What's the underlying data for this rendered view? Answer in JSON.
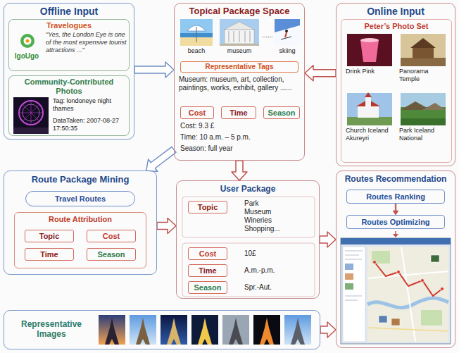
{
  "diagram": {
    "nodes": [
      {
        "text": [
          "Offline Input"
        ]
      },
      {
        "text": [
          "Travelogues",
          "IgoUgo",
          "\"Yes, the London Eye is one of the most expensive tourist attractions ...\""
        ],
        "in": 0
      },
      {
        "text": [
          "Community-Contributed Photos",
          "Tag: londoneye night thames",
          "DataTaken: 2007-08-27 17:50:35"
        ],
        "in": 0
      },
      {
        "text": [
          "Topical Package Space",
          "beach",
          "museum",
          "......",
          "skiing",
          "Museum: museum, art, collection, paintings, works, exhibit, gallery ......",
          "Cost: 9.3 £",
          "Time: 10 a.m. – 5 p.m.",
          "Season: full year"
        ]
      },
      {
        "text": [
          "Representative Tags"
        ],
        "in": 3
      },
      {
        "text": [
          "Cost"
        ],
        "in": 3
      },
      {
        "text": [
          "Time"
        ],
        "in": 3
      },
      {
        "text": [
          "Season"
        ],
        "in": 3
      },
      {
        "text": [
          "Online Input"
        ]
      },
      {
        "text": [
          "Peter’s Photo Set",
          "Drink Pink",
          "Panorama Temple",
          "Church Iceland Akureyri",
          "Park Iceland National"
        ],
        "in": 8
      },
      {
        "text": [
          "Route Package Mining"
        ]
      },
      {
        "text": [
          "Travel Routes"
        ],
        "in": 10
      },
      {
        "text": [
          "Route Attribution"
        ],
        "in": 10
      },
      {
        "text": [
          "Topic"
        ],
        "in": 12
      },
      {
        "text": [
          "Cost"
        ],
        "in": 12
      },
      {
        "text": [
          "Time"
        ],
        "in": 12
      },
      {
        "text": [
          "Season"
        ],
        "in": 12
      },
      {
        "text": [
          "User Package",
          "Park Museum Wineries Shopping...",
          "10£",
          "A.m.-p.m.",
          "Spr.-Aut."
        ]
      },
      {
        "text": [
          "Topic"
        ],
        "in": 17
      },
      {
        "text": [
          "Cost"
        ],
        "in": 17
      },
      {
        "text": [
          "Time"
        ],
        "in": 17
      },
      {
        "text": [
          "Season"
        ],
        "in": 17
      },
      {
        "text": [
          "Routes Recommendation"
        ]
      },
      {
        "text": [
          "Routes Ranking"
        ],
        "in": 22
      },
      {
        "text": [
          "Routes Optimizing"
        ],
        "in": 22
      },
      {
        "text": [
          "Representative Images"
        ]
      }
    ],
    "edges": [
      {
        "from": 0,
        "to": 3,
        "arrow": "to"
      },
      {
        "from": 8,
        "to": 3,
        "arrow": "to"
      },
      {
        "from": 3,
        "to": 10,
        "arrow": "to"
      },
      {
        "from": 3,
        "to": 17,
        "arrow": "to"
      },
      {
        "from": 10,
        "to": 17,
        "arrow": "to"
      },
      {
        "from": 17,
        "to": 22,
        "arrow": "to"
      },
      {
        "from": 25,
        "to": 22,
        "arrow": "to"
      },
      {
        "from": 23,
        "to": 24,
        "arrow": "to"
      }
    ]
  }
}
